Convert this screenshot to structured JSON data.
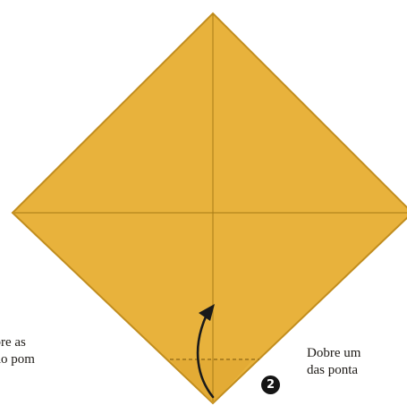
{
  "step": {
    "number": "2",
    "instruction_lines": [
      "Dobre um",
      "das ponta"
    ]
  },
  "previous_step": {
    "instruction_lines": [
      "obre as",
      "ndo pom"
    ]
  },
  "colors": {
    "paper": "#e8b23c",
    "paper_edge": "#c18d1e",
    "crease": "#a67b16",
    "fold_line": "#9c7319",
    "arrow": "#1a1a1a",
    "badge": "#151515"
  },
  "icons": {
    "fold_arrow": "curved-arrow-up-icon"
  }
}
